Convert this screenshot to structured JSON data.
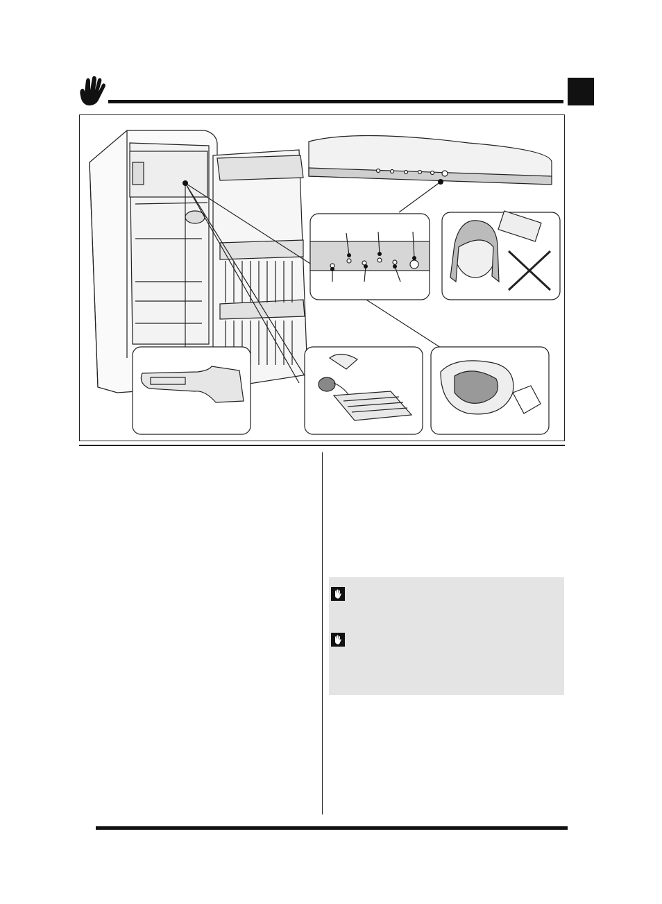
{
  "header": {
    "icon": "warning-hand-icon",
    "accent_color": "#111111"
  },
  "figure": {
    "background_color": "#ffffff",
    "line_color": "#222222",
    "shade_color": "#d8d8d8",
    "panels": [
      {
        "name": "ice-scraper-panel",
        "icon": "ice-scraper"
      },
      {
        "name": "ice-tray-filling-panel",
        "icon": "ice-tray-tap"
      },
      {
        "name": "frozen-food-bag-panel",
        "icon": "fish-in-bag"
      },
      {
        "name": "control-panel-detail",
        "icon": "control-knobs"
      },
      {
        "name": "child-warning-panel",
        "icon": "child-no-ice"
      }
    ]
  },
  "notes": {
    "background_color": "#e4e4e4",
    "items": [
      {
        "icon": "note-hand-icon"
      },
      {
        "icon": "note-hand-icon"
      }
    ]
  }
}
